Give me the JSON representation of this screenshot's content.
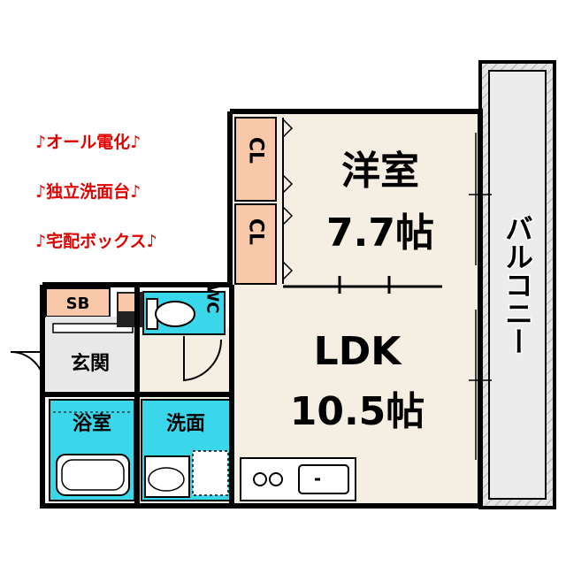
{
  "features": [
    "♪オール電化♪",
    "♪独立洗面台♪",
    "♪宅配ボックス♪"
  ],
  "rooms": {
    "western": {
      "name": "洋室",
      "size": "7.7帖"
    },
    "ldk": {
      "name": "LDK",
      "size": "10.5帖"
    },
    "closet_1": "CL",
    "closet_2": "CL",
    "shoe_box": "SB",
    "toilet": "WC",
    "entrance": "玄関",
    "bathroom": "浴室",
    "washroom": "洗面",
    "balcony": "バルコニー"
  },
  "colors": {
    "wall": "#000000",
    "floor": "#f5eee2",
    "closet": "#f8c8a8",
    "wet_area": "#3ad6ea",
    "balcony": "#e4e4e4",
    "feature_text": "#e00000"
  }
}
